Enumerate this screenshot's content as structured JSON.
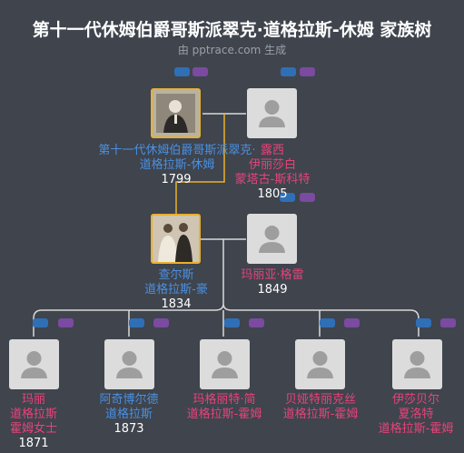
{
  "title": "第十一代休姆伯爵哥斯派翠克·道格拉斯-休姆 家族树",
  "subtitle": "由 pptrace.com 生成",
  "colors": {
    "male": "#4a90e2",
    "female": "#e8437a",
    "line": "#d9d9d9",
    "highlight": "#e8b030"
  },
  "people": {
    "p1": {
      "name1": "第十一代休姆伯爵哥斯派翠克·",
      "name2": "道格拉斯-休姆",
      "year": "1799",
      "gender": "m"
    },
    "p2": {
      "name1": "露西",
      "name2": "伊丽莎白",
      "name3": "蒙塔古-斯科特",
      "year": "1805",
      "gender": "f"
    },
    "p3": {
      "name1": "查尔斯",
      "name2": "道格拉斯-豪",
      "year": "1834",
      "gender": "m"
    },
    "p4": {
      "name1": "玛丽亚·格雷",
      "year": "1849",
      "gender": "f"
    },
    "c1": {
      "name1": "玛丽",
      "name2": "道格拉斯",
      "name3": "霍姆女士",
      "year": "1871",
      "gender": "f"
    },
    "c2": {
      "name1": "阿奇博尔德",
      "name2": "道格拉斯",
      "year": "1873",
      "gender": "m"
    },
    "c3": {
      "name1": "玛格丽特·简",
      "name2": "道格拉斯-霍姆",
      "gender": "f"
    },
    "c4": {
      "name1": "贝娅特丽克丝",
      "name2": "道格拉斯-霍姆",
      "gender": "f"
    },
    "c5": {
      "name1": "伊莎贝尔",
      "name2": "夏洛特",
      "name3": "道格拉斯-霍姆",
      "gender": "f"
    }
  }
}
